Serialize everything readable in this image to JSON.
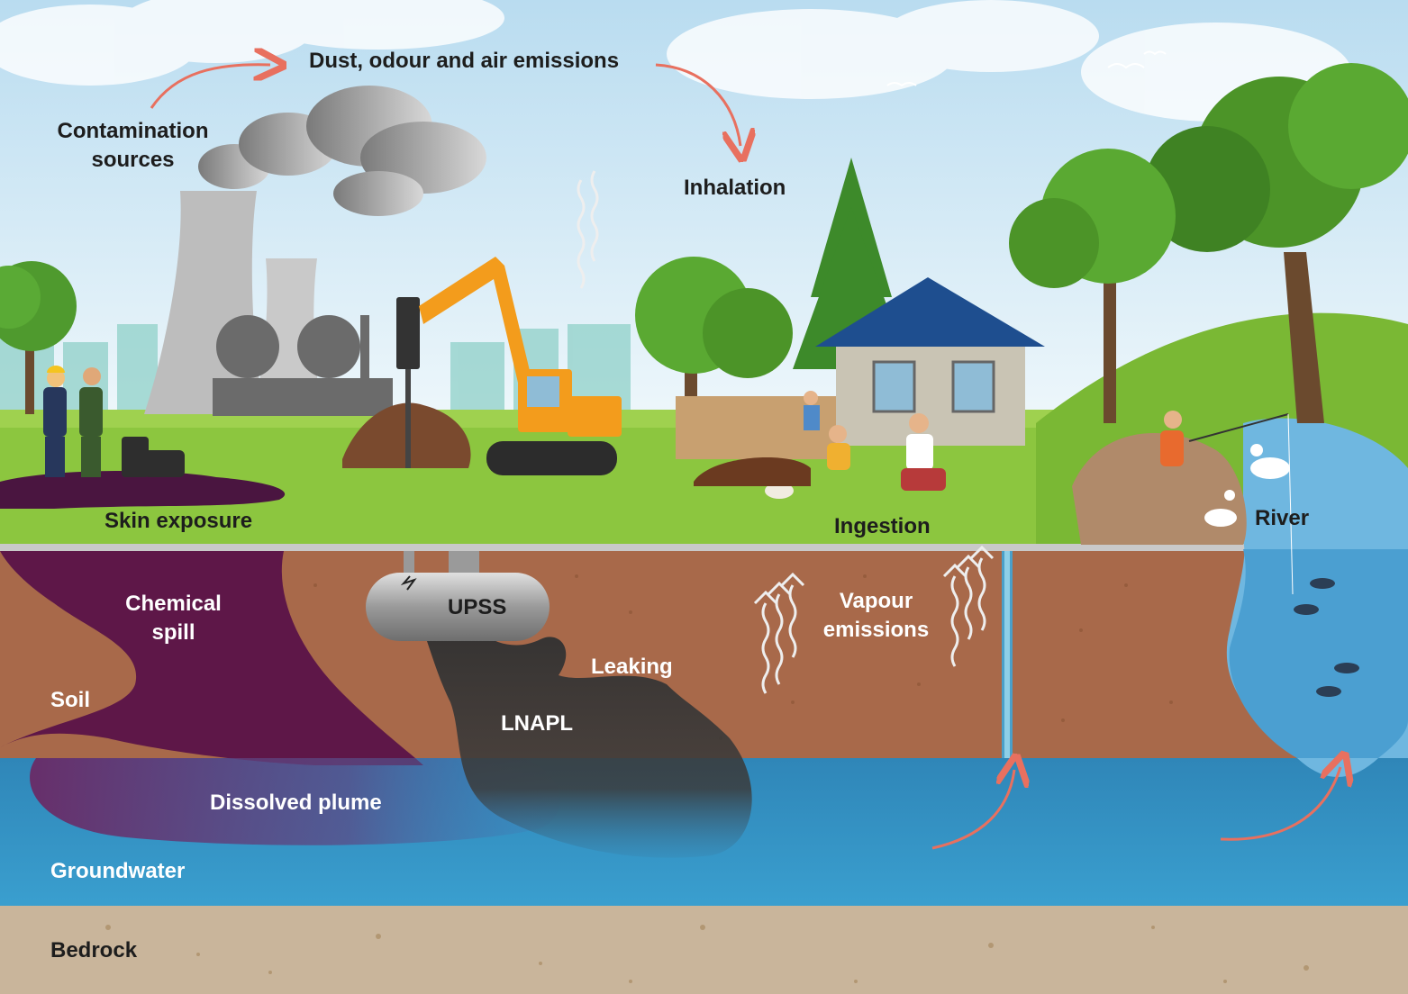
{
  "labels": {
    "contamination_sources": "Contamination sources",
    "dust_emissions": "Dust, odour and air emissions",
    "inhalation": "Inhalation",
    "skin_exposure": "Skin exposure",
    "ingestion": "Ingestion",
    "river": "River",
    "chemical_spill": "Chemical spill",
    "upss": "UPSS",
    "leaking": "Leaking",
    "vapour_emissions": "Vapour emissions",
    "soil": "Soil",
    "lnapl": "LNAPL",
    "dissolved_plume": "Dissolved plume",
    "groundwater": "Groundwater",
    "bedrock": "Bedrock"
  },
  "colors": {
    "sky": "#cfe8f5",
    "grass": "#8cc63f",
    "soil": "#a8694a",
    "chemical": "#5e1748",
    "lnapl": "#3a3a3a",
    "groundwater": "#3a95c4",
    "bedrock": "#c9b59b",
    "arrow": "#e8705f"
  }
}
